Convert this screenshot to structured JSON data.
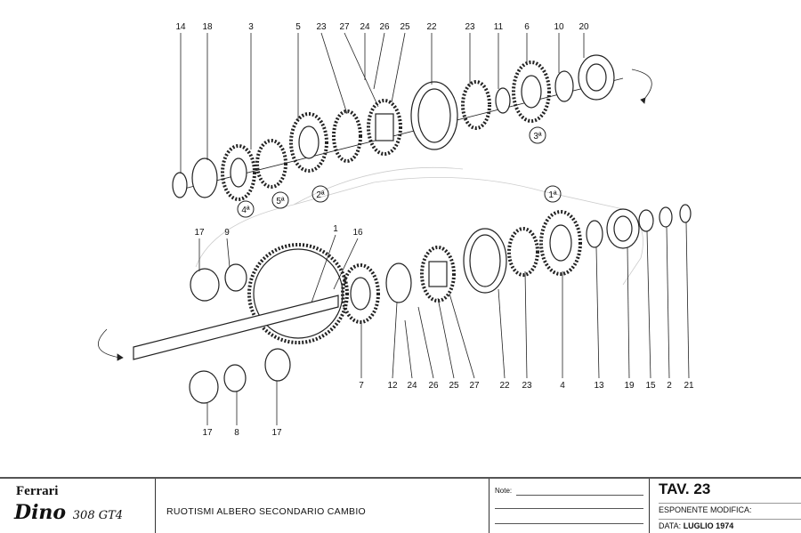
{
  "diagram": {
    "upper_labels": [
      "14",
      "18",
      "3",
      "5",
      "23",
      "27",
      "24",
      "26",
      "25",
      "22",
      "23",
      "11",
      "6",
      "10",
      "20"
    ],
    "gear_markers": [
      "4ª",
      "5ª",
      "2ª",
      "3ª",
      "1ª"
    ],
    "mid_labels": [
      "17",
      "9",
      "1",
      "16"
    ],
    "lower_labels": [
      "7",
      "12",
      "24",
      "26",
      "25",
      "27",
      "22",
      "23",
      "4",
      "13",
      "19",
      "15",
      "2",
      "21"
    ],
    "bottom_labels": [
      "17",
      "8",
      "17"
    ]
  },
  "title_block": {
    "brand": "Ferrari",
    "model": "Dino",
    "model_suffix": "308 GT4",
    "title": "RUOTISMI ALBERO SECONDARIO CAMBIO",
    "note_label": "Note:",
    "tav": "TAV. 23",
    "esponente": "ESPONENTE MODIFICA:",
    "data_label": "DATA:",
    "data_value": "LUGLIO 1974"
  }
}
